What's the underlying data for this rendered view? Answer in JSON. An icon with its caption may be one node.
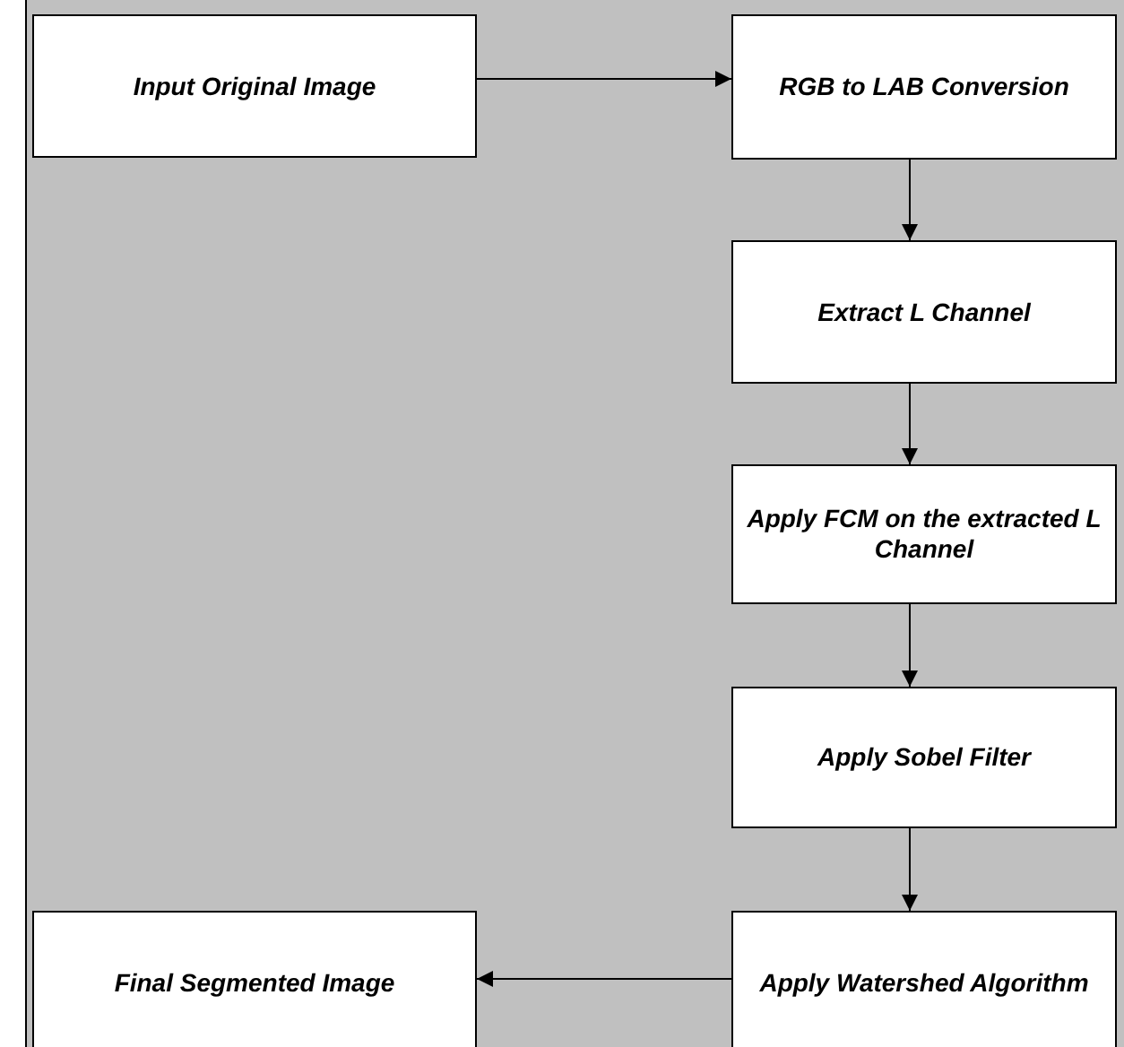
{
  "diagram": {
    "nodes": [
      {
        "text": [
          "Input Original Image"
        ]
      },
      {
        "text": [
          "RGB to LAB Conversion"
        ]
      },
      {
        "text": [
          "Extract L Channel"
        ]
      },
      {
        "text": [
          "Apply FCM on the extracted L Channel"
        ]
      },
      {
        "text": [
          "Apply Sobel Filter"
        ]
      },
      {
        "text": [
          "Apply Watershed Algorithm"
        ]
      },
      {
        "text": [
          "Final Segmented Image"
        ]
      }
    ],
    "edges": [
      {
        "from": 0,
        "to": 1,
        "arrow": "to"
      },
      {
        "from": 1,
        "to": 2,
        "arrow": "to"
      },
      {
        "from": 2,
        "to": 3,
        "arrow": "to"
      },
      {
        "from": 3,
        "to": 4,
        "arrow": "to"
      },
      {
        "from": 4,
        "to": 5,
        "arrow": "to"
      },
      {
        "from": 5,
        "to": 6,
        "arrow": "to"
      }
    ]
  }
}
